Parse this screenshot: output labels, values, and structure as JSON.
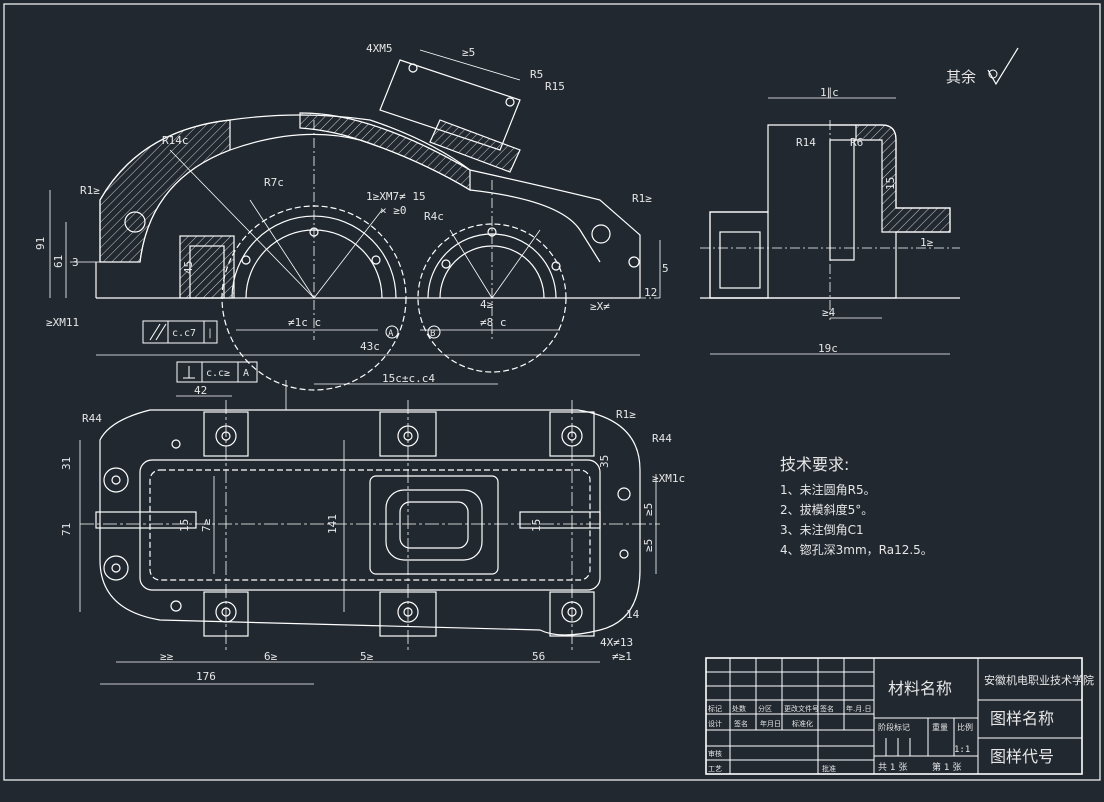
{
  "colors": {
    "background": "#212830",
    "line": "#ffffff",
    "dim": "#d0d0d0",
    "hatch": "#cfcfcf",
    "text": "#e6e6e6"
  },
  "surface_roughness": {
    "label": "其余"
  },
  "tech_requirements": {
    "title": "技术要求:",
    "items": [
      "1、未注圆角R5。",
      "2、拔模斜度5°。",
      "3、未注倒角C1",
      "4、锪孔深3mm，Ra12.5。"
    ]
  },
  "front_view": {
    "labels": {
      "thread_top": "4XM5",
      "r5": "R5",
      "r15": "R15",
      "r140": "R14c",
      "r12_left": "R1≥",
      "r70": "R7c",
      "r40": "R4c",
      "r12_right": "R1≥",
      "holes": "1≥XM7≠ 15",
      "holes_sub": "× ≥0",
      "thread_left": "≥XM11",
      "dim_43": "43c",
      "dim_3": "3",
      "tol_frame": "c.c7",
      "datum_a": "A",
      "datum_b": "B",
      "dim_100": "≠1c c",
      "dim_80": "≠8 c",
      "dim_40": "4≥",
      "dim_45": "45",
      "dim_91": "91",
      "dim_61": "61",
      "dim_12": "12",
      "dim_5": "5",
      "thread_right": "≥X≠",
      "dim_25": "≥5"
    }
  },
  "side_view": {
    "labels": {
      "top_width": "1∥c",
      "r14": "R14",
      "r6": "R6",
      "bottom_width": "19c",
      "dim_24": "≥4",
      "dim_12": "1≥",
      "dim_15": "15"
    }
  },
  "plan_view": {
    "labels": {
      "tol_perp": "c.c≥",
      "datum": "A",
      "dim_42": "42",
      "dim_150": "15c±c.c4",
      "r44_left": "R44",
      "r12": "R1≥",
      "r44_right": "R44",
      "thread": "≥XM1c",
      "dim_31": "31",
      "dim_71": "71",
      "dim_72": "7≥",
      "dim_15a": "15",
      "dim_141": "141",
      "dim_15b": "15",
      "dim_35": "35",
      "dim_25a": "≥5",
      "dim_25b": "≥5",
      "dim_14": "14",
      "holes": "4X≠13",
      "cbore": "≠≥1",
      "dim_22": "≥≥",
      "dim_62": "6≥",
      "dim_52": "5≥",
      "dim_56": "56",
      "dim_176": "176"
    }
  },
  "title_block": {
    "material": "材料名称",
    "school": "安徽机电职业技术学院",
    "drawing_name": "图样名称",
    "drawing_code": "图样代号",
    "scale": "1:1",
    "total": "共 1 张",
    "sheet": "第 1 张",
    "row_headers": [
      "标记",
      "处数",
      "分区",
      "更改文件号",
      "签名",
      "年.月.日"
    ],
    "row2": [
      "设计",
      "签名",
      "年月日",
      "标准化"
    ],
    "row3": [
      "审核"
    ],
    "row4": [
      "工艺",
      "批准"
    ],
    "stage": "阶段标记",
    "weight": "重量",
    "ratio": "比例"
  }
}
